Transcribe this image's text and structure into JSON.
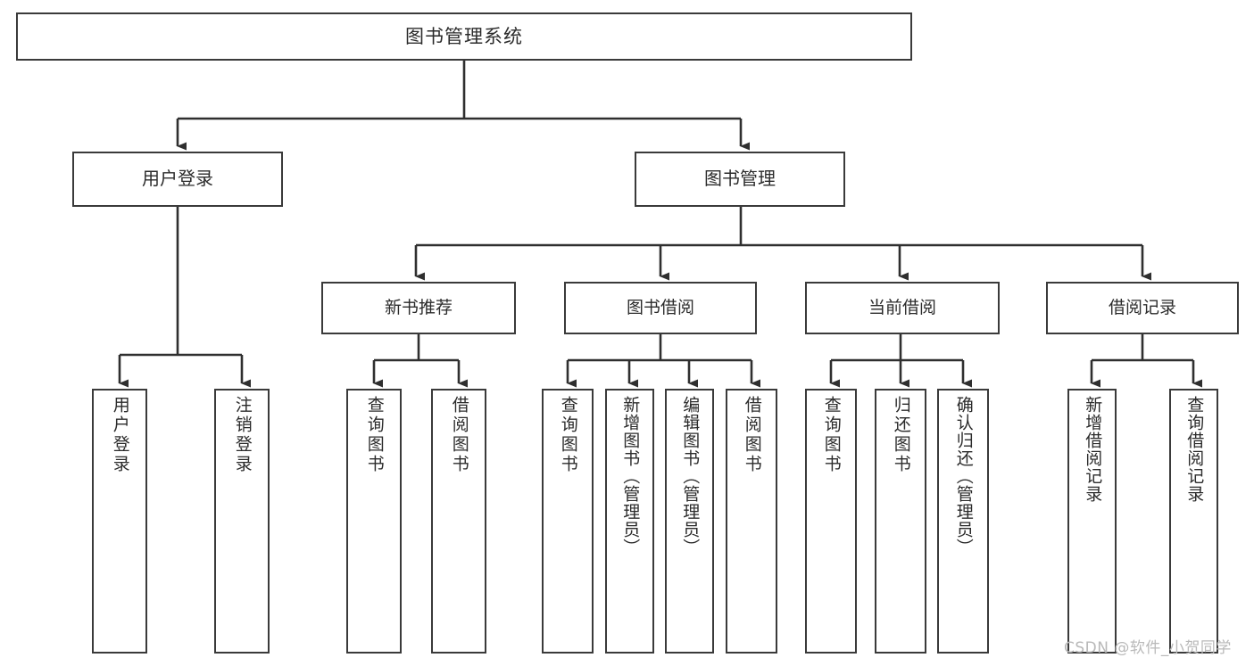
{
  "diagram": {
    "type": "tree",
    "title": "图书管理系统",
    "colors": {
      "box_stroke": "#3a3a3a",
      "box_fill": "#ffffff",
      "connector": "#2f2f2f",
      "text": "#2b2b2b",
      "watermark": "#b9b9b9"
    },
    "root": {
      "label": "图书管理系统"
    },
    "level2": [
      {
        "label": "用户登录"
      },
      {
        "label": "图书管理"
      }
    ],
    "level3": [
      {
        "label": "新书推荐"
      },
      {
        "label": "图书借阅"
      },
      {
        "label": "当前借阅"
      },
      {
        "label": "借阅记录"
      }
    ],
    "leaves": {
      "user_login": [
        {
          "label": "用户登录"
        },
        {
          "label": "注销登录"
        }
      ],
      "new_book_rec": [
        {
          "label": "查询图书"
        },
        {
          "label": "借阅图书"
        }
      ],
      "book_borrow": [
        {
          "label": "查询图书"
        },
        {
          "label": "新增图书（管理员）"
        },
        {
          "label": "编辑图书（管理员）"
        },
        {
          "label": "借阅图书"
        }
      ],
      "current_borrow": [
        {
          "label": "查询图书"
        },
        {
          "label": "归还图书"
        },
        {
          "label": "确认归还（管理员）"
        }
      ],
      "borrow_record": [
        {
          "label": "新增借阅记录"
        },
        {
          "label": "查询借阅记录"
        }
      ]
    }
  },
  "watermark": {
    "text": "CSDN @软件_小贺同学"
  }
}
